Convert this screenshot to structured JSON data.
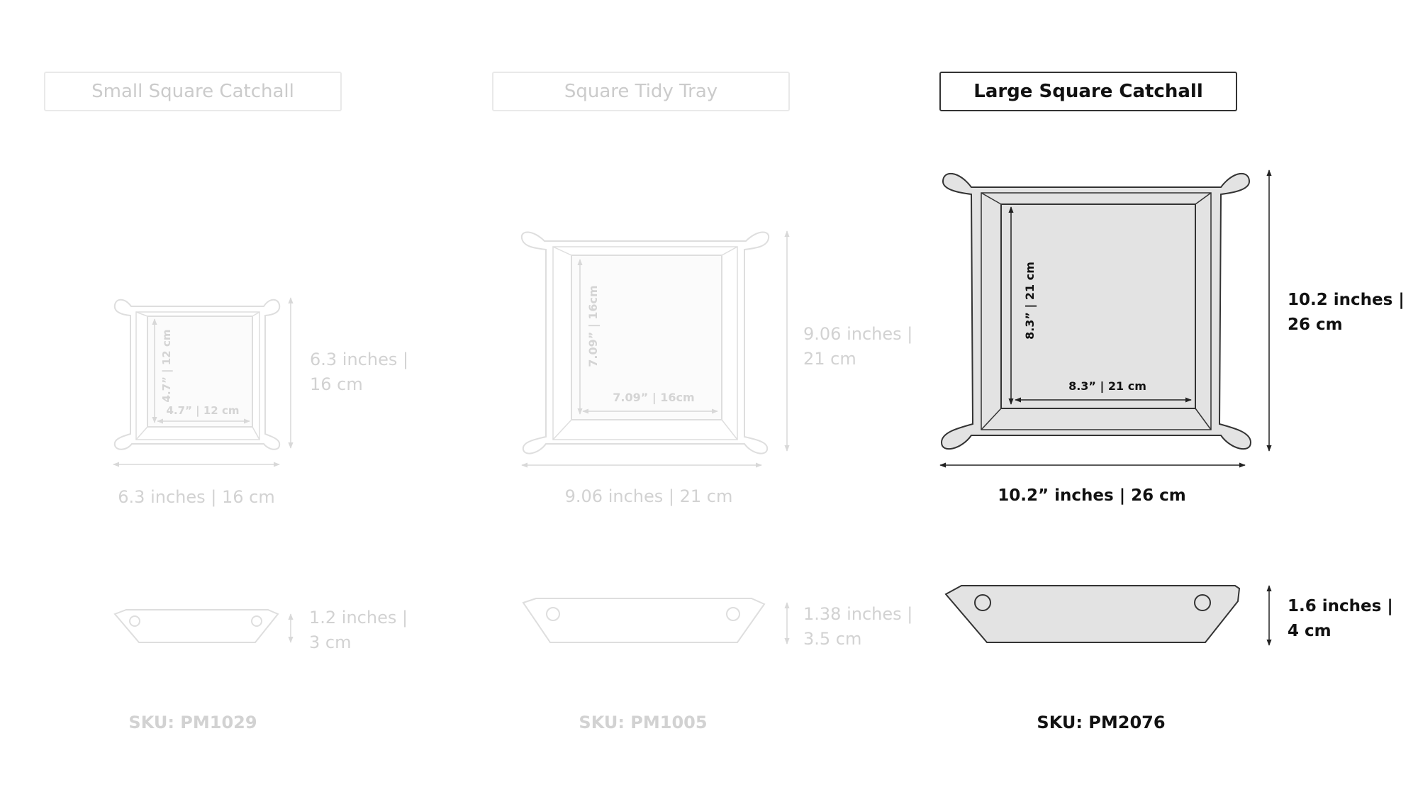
{
  "products": [
    {
      "tab_label": "Small Square Catchall",
      "active": false,
      "inner_width_label": "4.7” | 12 cm",
      "inner_height_label": "4.7” | 12 cm",
      "width_label": "6.3 inches | 16 cm",
      "depth_label": "6.3 inches |\n16 cm",
      "height_label": "1.2 inches |\n3 cm",
      "sku": "SKU: PM1029"
    },
    {
      "tab_label": "Square Tidy Tray",
      "active": false,
      "inner_width_label": "7.09” | 16cm",
      "inner_height_label": "7.09” | 16cm",
      "width_label": "9.06 inches | 21 cm",
      "depth_label": "9.06 inches |\n21 cm",
      "height_label": "1.38 inches |\n3.5 cm",
      "sku": "SKU: PM1005"
    },
    {
      "tab_label": "Large Square Catchall",
      "active": true,
      "inner_width_label": "8.3” | 21 cm",
      "inner_height_label": "8.3” | 21 cm",
      "width_label": "10.2” inches | 26 cm",
      "depth_label": "10.2 inches |\n26 cm",
      "height_label": "1.6 inches |\n4 cm",
      "sku": "SKU: PM2076"
    }
  ],
  "colors": {
    "active_text": "#111111",
    "inactive_text": "#cbcbcb",
    "active_fill": "#e3e3e3",
    "active_stroke": "#333333",
    "inactive_stroke": "#dedede"
  }
}
